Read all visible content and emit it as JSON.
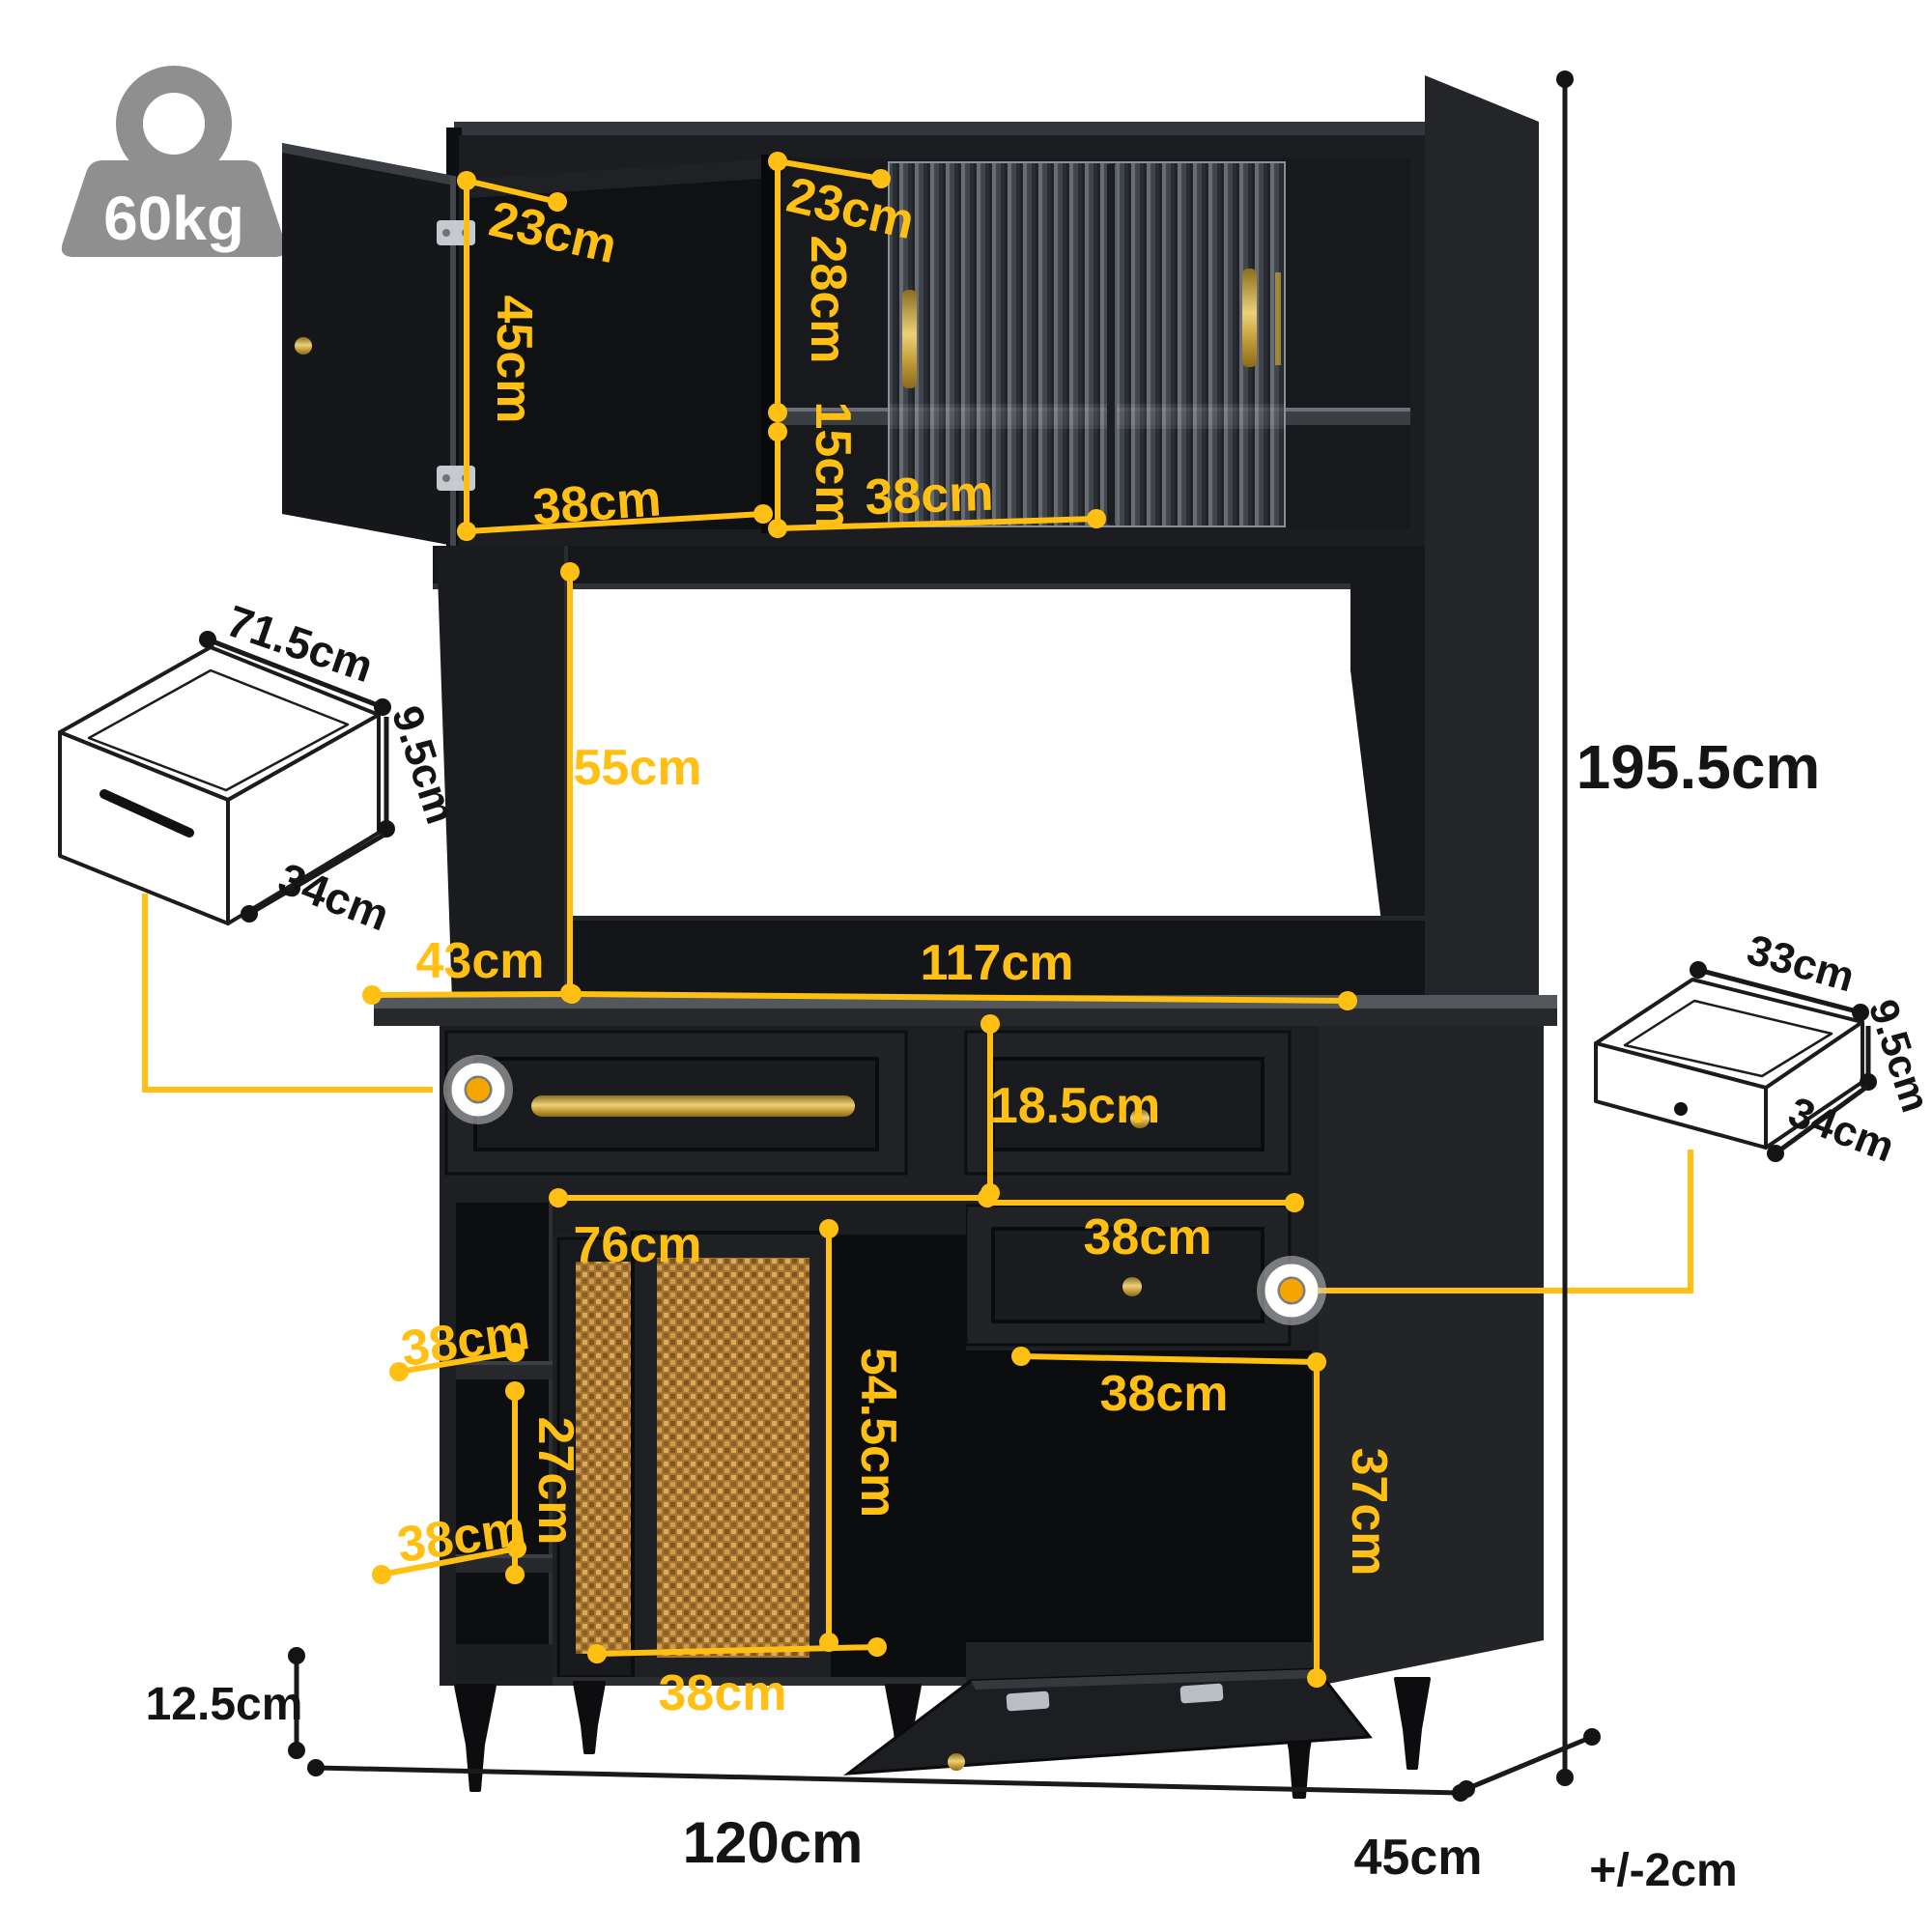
{
  "weight_capacity": {
    "value": "60kg"
  },
  "dimensions": {
    "hutch": {
      "left_door_depth": "23cm",
      "left_compartment_height": "45cm",
      "left_compartment_width": "38cm",
      "right_depth": "23cm",
      "right_upper_height": "28cm",
      "right_shelf_gap": "15cm",
      "right_compartment_width": "38cm"
    },
    "middle": {
      "opening_height": "55cm",
      "top_depth": "43cm",
      "interior_width": "117cm"
    },
    "base": {
      "drawer_height": "18.5cm",
      "sliding_door_section_width": "76cm",
      "right_drawer_width": "38cm",
      "left_shelf_width": "38cm",
      "left_shelf_height": "27cm",
      "left_lower_shelf_width": "38cm",
      "sliding_door_height": "54.5cm",
      "open_compartment_width": "38cm",
      "open_compartment_height": "37cm",
      "bottom_door_width": "38cm"
    },
    "overall": {
      "height": "195.5cm",
      "leg_height": "12.5cm",
      "width": "120cm",
      "depth": "45cm",
      "tolerance": "+/-2cm"
    },
    "drawer_diagram_left": {
      "width": "71.5cm",
      "height": "9.5cm",
      "depth": "34cm"
    },
    "drawer_diagram_right": {
      "width": "33cm",
      "height": "9.5cm",
      "depth": "34cm"
    }
  },
  "colors": {
    "accent_yellow": "#FFC013",
    "callout_orange": "#F7A600",
    "gold_hardware": "#D7B251",
    "rattan": "#C08445",
    "cabinet_black": "#1B1D20",
    "icon_gray": "#8F8F8F"
  }
}
